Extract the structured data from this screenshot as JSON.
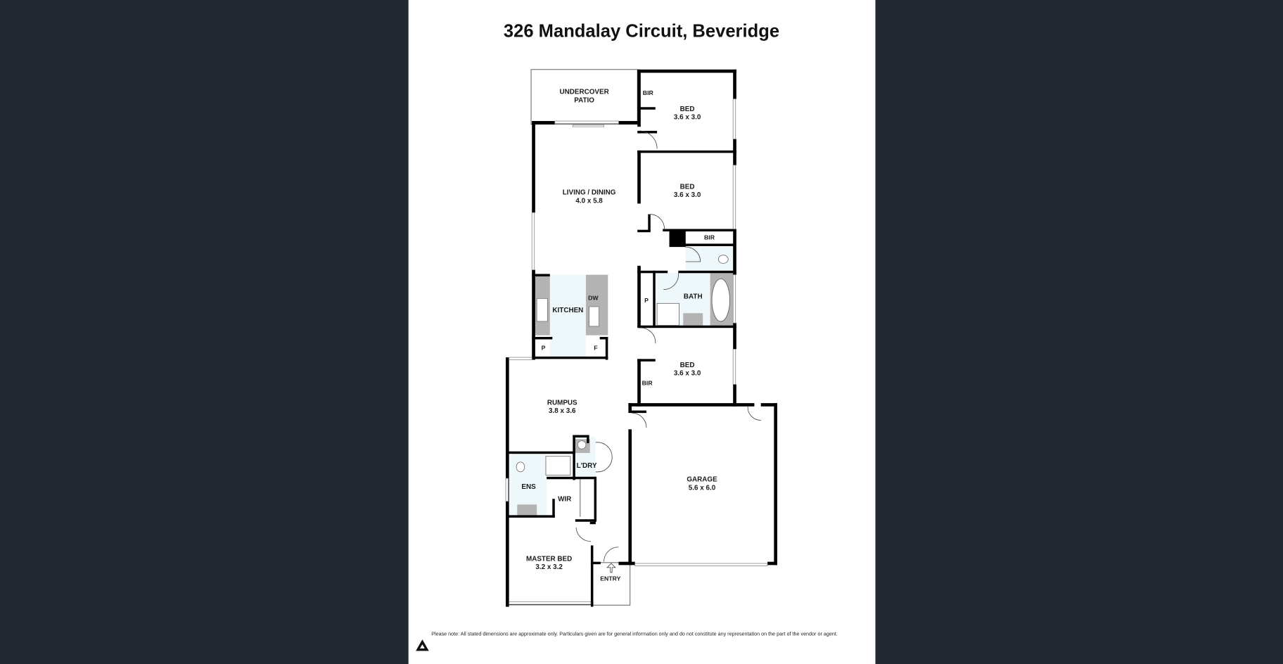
{
  "title": "326 Mandalay Circuit, Beveridge",
  "rooms": {
    "patio": "UNDERCOVER",
    "patio2": "PATIO",
    "bed1": "BED",
    "bed1_dim": "3.6 x 3.0",
    "bed1_bir": "BIR",
    "bed2": "BED",
    "bed2_dim": "3.6 x 3.0",
    "bed2_bir": "BIR",
    "living": "LIVING / DINING",
    "living_dim": "4.0 x 5.8",
    "kitchen": "KITCHEN",
    "dw": "DW",
    "kitchen_p": "P",
    "kitchen_f": "F",
    "bath": "BATH",
    "hall_p": "P",
    "bed3": "BED",
    "bed3_dim": "3.6 x 3.0",
    "bed3_bir": "BIR",
    "rumpus": "RUMPUS",
    "rumpus_dim": "3.8 x 3.6",
    "laundry": "L'DRY",
    "ens": "ENS",
    "wir": "WIR",
    "garage": "GARAGE",
    "garage_dim": "5.6 x 6.0",
    "master": "MASTER BED",
    "master_dim": "3.2 x 3.2",
    "entry": "ENTRY"
  },
  "disclaimer": "Please note: All stated dimensions are approximate only. Particulars given are for general information only and do not constitute any representation on the part of the vendor or agent.",
  "colors": {
    "background": "#222831",
    "page": "#ffffff",
    "wet_area": "#eef7fa",
    "bench": "#b3b3b3"
  }
}
